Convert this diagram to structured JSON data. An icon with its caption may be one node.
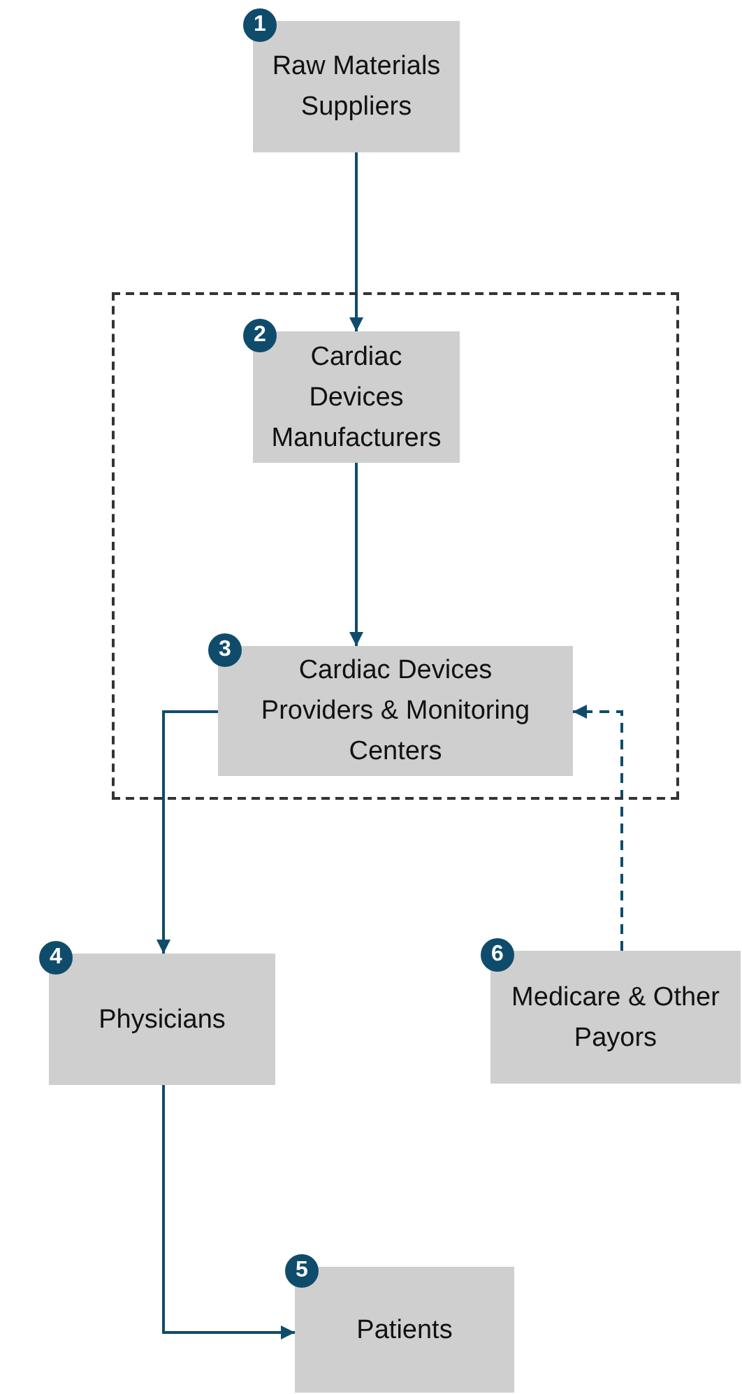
{
  "diagram": {
    "nodes": [
      {
        "text": [
          "1",
          "Raw Materials Suppliers"
        ]
      },
      {
        "text": [],
        "shape": "box"
      },
      {
        "text": [
          "2",
          "Cardiac Devices Manufacturers"
        ],
        "in": 1
      },
      {
        "text": [
          "3",
          "Cardiac Devices Providers & Monitoring Centers"
        ],
        "in": 1
      },
      {
        "text": [
          "4",
          "Physicians"
        ]
      },
      {
        "text": [
          "6",
          "Medicare & Other Payors"
        ]
      },
      {
        "text": [
          "5",
          "Patients"
        ]
      }
    ],
    "edges": [
      {
        "from": 0,
        "to": 2,
        "arrow": "to"
      },
      {
        "from": 2,
        "to": 3,
        "arrow": "to"
      },
      {
        "from": 3,
        "to": 4,
        "arrow": "to"
      },
      {
        "from": 5,
        "to": 3,
        "arrow": "to",
        "style": "dashed"
      },
      {
        "from": 4,
        "to": 6,
        "arrow": "to"
      }
    ]
  }
}
